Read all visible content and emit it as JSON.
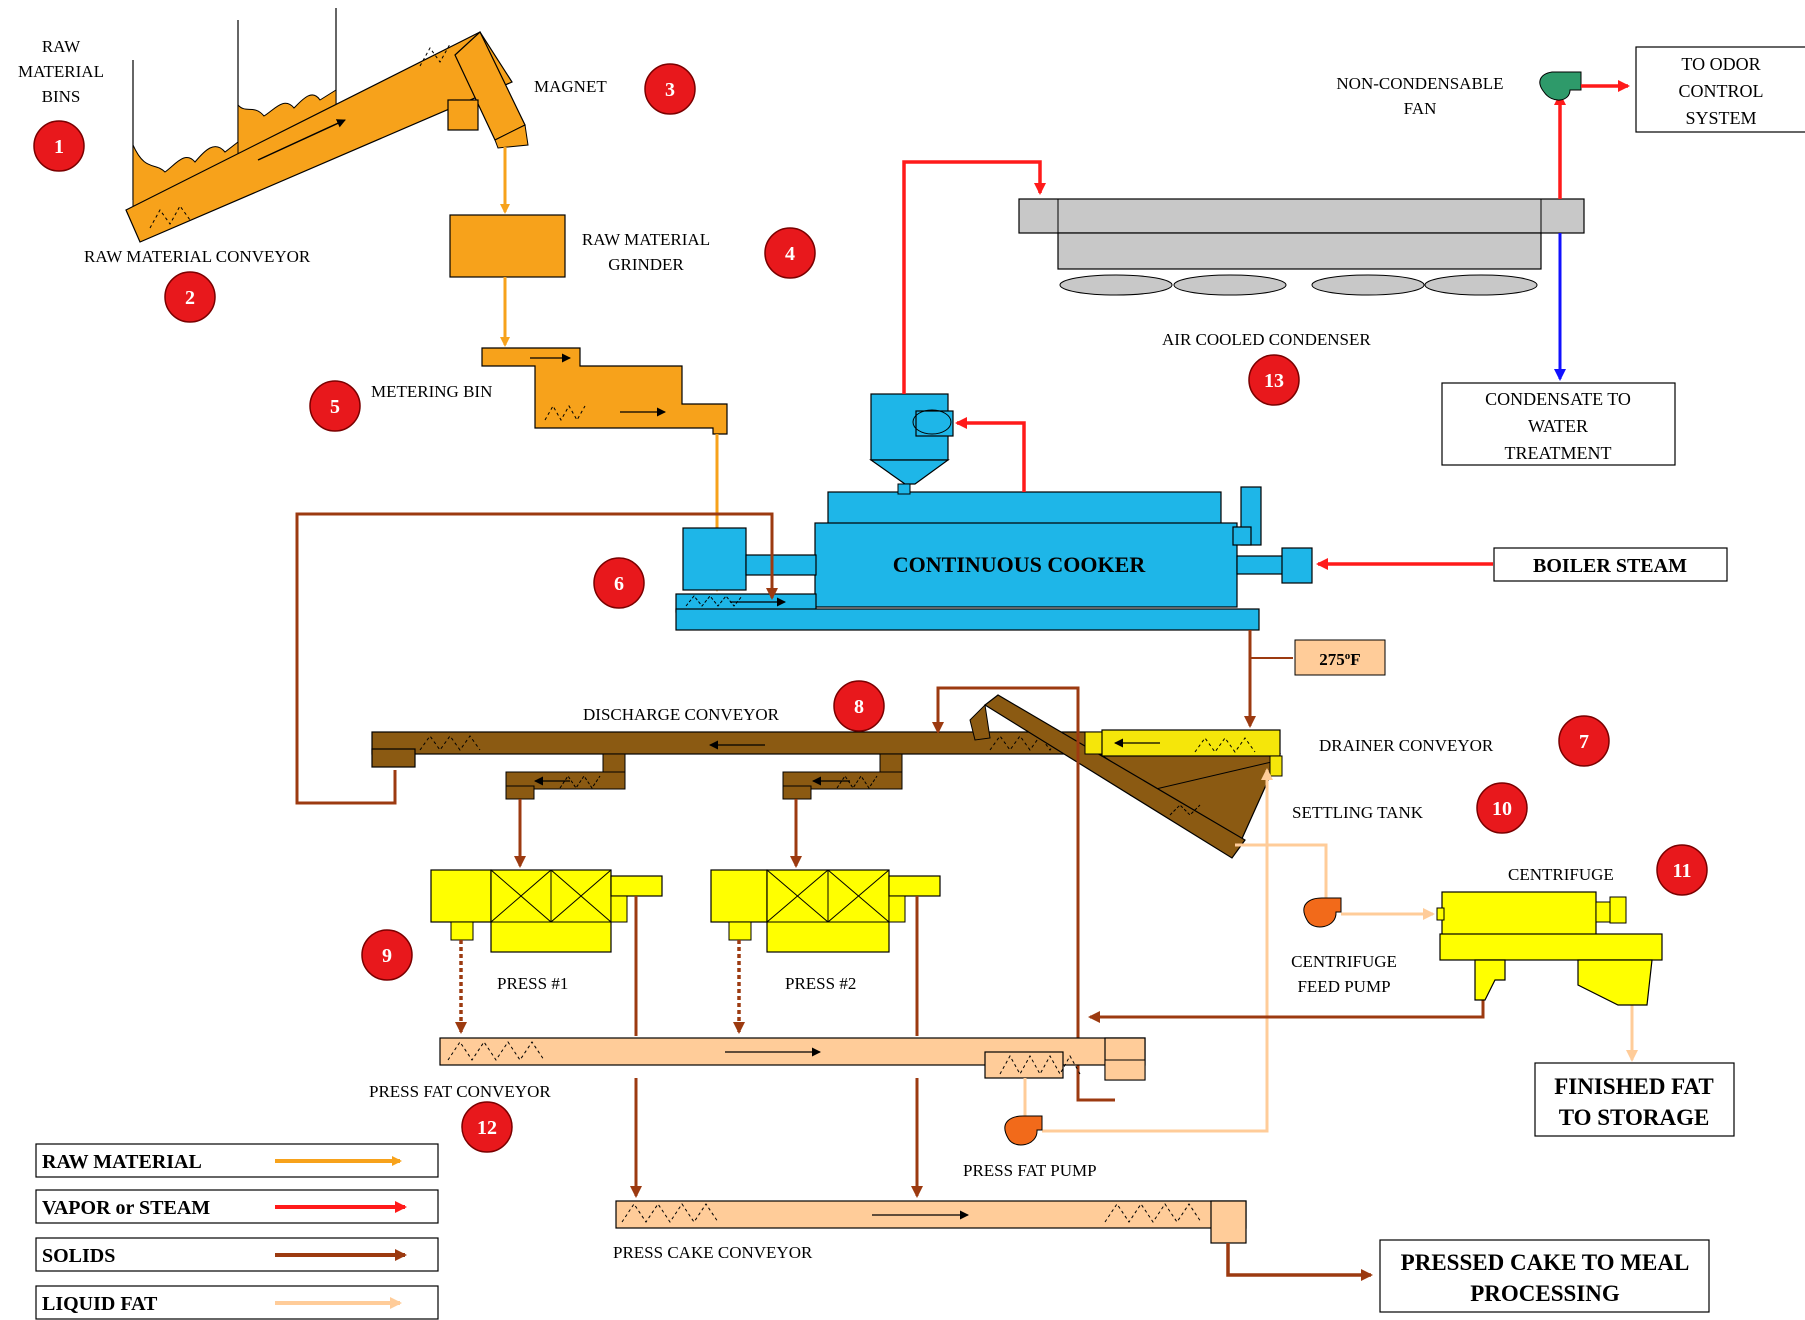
{
  "colors": {
    "raw_material": "#F7A21B",
    "vapor_steam": "#FF1A1A",
    "solids": "#9C3A10",
    "liquid_fat": "#FFCC99",
    "cooker": "#1EB6E8",
    "press_yellow": "#FFFF00",
    "drainer_yellow": "#F5E60A",
    "brown_conveyor": "#8B5A12",
    "badge_red": "#E8181C",
    "condenser_grey": "#C8C8C8",
    "condensate_blue": "#1010FF",
    "fan_green": "#2E9A6A",
    "pump_orange": "#F26A1A"
  },
  "labels": {
    "raw_material_bins": [
      "RAW",
      "MATERIAL",
      "BINS"
    ],
    "raw_material_conveyor": "RAW MATERIAL CONVEYOR",
    "magnet": "MAGNET",
    "raw_material_grinder": [
      "RAW MATERIAL",
      "GRINDER"
    ],
    "metering_bin": "METERING BIN",
    "continuous_cooker": "CONTINUOUS COOKER",
    "non_condensable_fan": [
      "NON-CONDENSABLE",
      "FAN"
    ],
    "to_odor_control": [
      "TO ODOR",
      "CONTROL",
      "SYSTEM"
    ],
    "air_cooled_condenser": "AIR COOLED CONDENSER",
    "condensate_to_water": [
      "CONDENSATE TO",
      "WATER",
      "TREATMENT"
    ],
    "boiler_steam": "BOILER STEAM",
    "temperature": "275",
    "temperature_sup": "o",
    "temperature_unit": "F",
    "discharge_conveyor": "DISCHARGE CONVEYOR",
    "drainer_conveyor": "DRAINER CONVEYOR",
    "settling_tank": "SETTLING TANK",
    "centrifuge": "CENTRIFUGE",
    "centrifuge_feed_pump": [
      "CENTRIFUGE",
      "FEED PUMP"
    ],
    "press1": "PRESS #1",
    "press2": "PRESS #2",
    "press_fat_conveyor": "PRESS FAT CONVEYOR",
    "press_fat_pump": "PRESS FAT PUMP",
    "finished_fat": [
      "FINISHED FAT",
      "TO STORAGE"
    ],
    "press_cake_conveyor": "PRESS CAKE CONVEYOR",
    "pressed_cake": [
      "PRESSED CAKE TO MEAL",
      "PROCESSING"
    ]
  },
  "badges": [
    "1",
    "2",
    "3",
    "4",
    "5",
    "6",
    "7",
    "8",
    "9",
    "10",
    "11",
    "12",
    "13"
  ],
  "legend": [
    {
      "label": "RAW  MATERIAL",
      "color": "#F7A21B"
    },
    {
      "label": "VAPOR or STEAM",
      "color": "#FF1A1A"
    },
    {
      "label": "SOLIDS",
      "color": "#9C3A10"
    },
    {
      "label": "LIQUID FAT",
      "color": "#FFCC99"
    }
  ]
}
